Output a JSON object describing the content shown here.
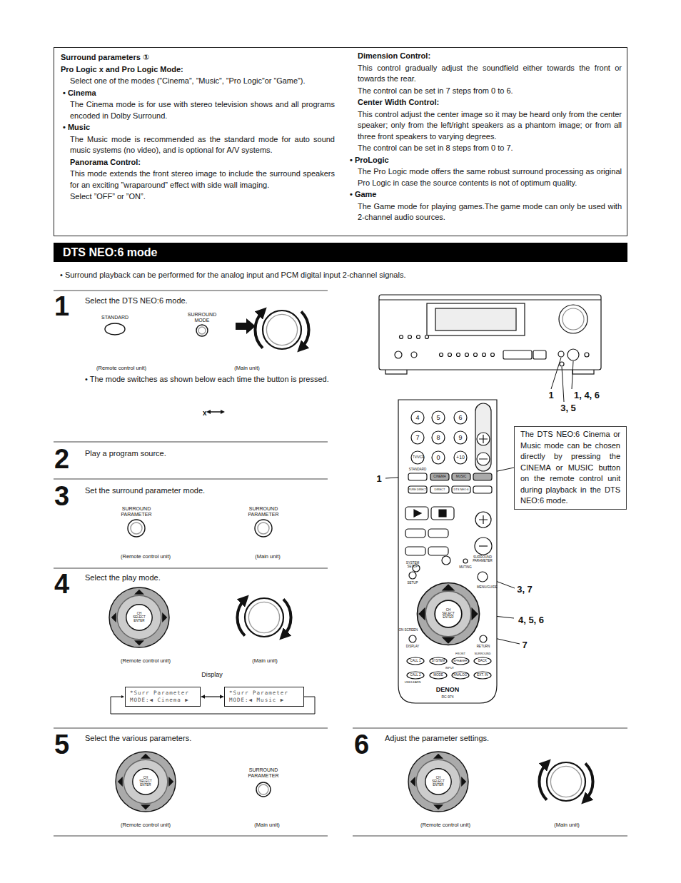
{
  "diagram": {
    "nodes": [
      {
        "text": [
          "Surround parameters ①",
          "Pro Logic  x and Pro Logic  Mode:",
          "Select one of the modes (”Cinema”, ”Music”, ”Pro Logic”or ”Game”).",
          "• Cinema",
          "The Cinema mode is for use with stereo television shows and all programs encoded in Dolby Surround.",
          "• Music",
          "The Music mode is recommended as the standard mode for auto sound music systems (no video), and is optional for A/V systems.",
          "Panorama Control:",
          "This mode extends the front stereo image to include the surround speakers for an exciting ”wraparound” effect with side wall imaging.",
          "Select ”OFF” or ”ON”.",
          "Dimension Control:",
          "This control gradually adjust the soundfield either towards the front or towards the rear.",
          "The control can be set in 7 steps from 0 to 6.",
          "Center Width Control:",
          "This control adjust the center image so it may be heard only from the center speaker; only from the left/right speakers as a phantom image; or from all three front speakers to varying degrees.",
          "The control can be set in 8 steps from 0 to 7.",
          "• ProLogic",
          "The Pro Logic mode offers the same robust surround processing as original Pro Logic in case the source contents is not of optimum quality.",
          "• Game",
          "The Game mode for playing games.The game mode can only be used with 2-channel audio sources."
        ]
      },
      {
        "text": [
          "DTS NEO:6 mode"
        ]
      },
      {
        "text": [
          "The DTS NEO:6 Cinema or Music mode can be chosen directly by pressing the CINEMA or MUSIC button on the remote control unit during playback in the DTS NEO:6 mode."
        ]
      },
      {
        "text": [
          "*Surr Parameter",
          "MODE:◀ Cinema ▶"
        ]
      },
      {
        "text": [
          "*Surr Parameter",
          "MODE:◀ Music ▶"
        ]
      }
    ],
    "edges": [
      {
        "from": 3,
        "to": 4,
        "arrow": "both"
      }
    ],
    "labels": [
      "• Surround playback can be performed for the analog input and PCM digital input 2-channel signals.",
      "1",
      "Select the DTS NEO:6 mode.",
      "STANDARD",
      "SURROUND MODE",
      "(Remote control unit)",
      "(Main unit)",
      "• The mode switches as shown below each time the button is pressed.",
      "x",
      "2",
      "Play a program source.",
      "3",
      "Set the surround parameter mode.",
      "SURROUND PARAMETER",
      "SURROUND PARAMETER",
      "(Remote control unit)",
      "(Main unit)",
      "4",
      "Select the play mode.",
      "CH SELECT ENTER",
      "(Remote control unit)",
      "(Main unit)",
      "Display",
      "5",
      "Select the various parameters.",
      "CH SELECT ENTER",
      "SURROUND PARAMETER",
      "(Remote control unit)",
      "(Main unit)",
      "6",
      "Adjust the parameter settings.",
      "CH SELECT ENTER",
      "(Remote control unit)",
      "(Main unit)",
      "1",
      "1, 4, 6",
      "3, 5",
      "4",
      "5",
      "6",
      "7",
      "8",
      "9",
      "TV/VCR",
      "0",
      "+10",
      "STANDARD",
      "CINEMA",
      "MUSIC",
      "PURE DIRECT",
      "DIRECT",
      "DTS NEO:6",
      "SURROUND PARAMETER",
      "MENU/GUIDE",
      "SYSTEM SETUP",
      "SETUP",
      "MUTING",
      "CH SELECT ENTER",
      "ON SCREEN",
      "DISPLAY",
      "RETURN",
      "CALL 1",
      "SYSTEM",
      "SPEAKER",
      "BACK",
      "FRONT",
      "SURROUND",
      "CALL 2",
      "MODE",
      "ANALOG",
      "EXT. IN",
      "INPUT",
      "USE/LEARN",
      "DENON",
      "RC-974",
      "1",
      "3, 7",
      "4, 5, 6",
      "7"
    ]
  }
}
